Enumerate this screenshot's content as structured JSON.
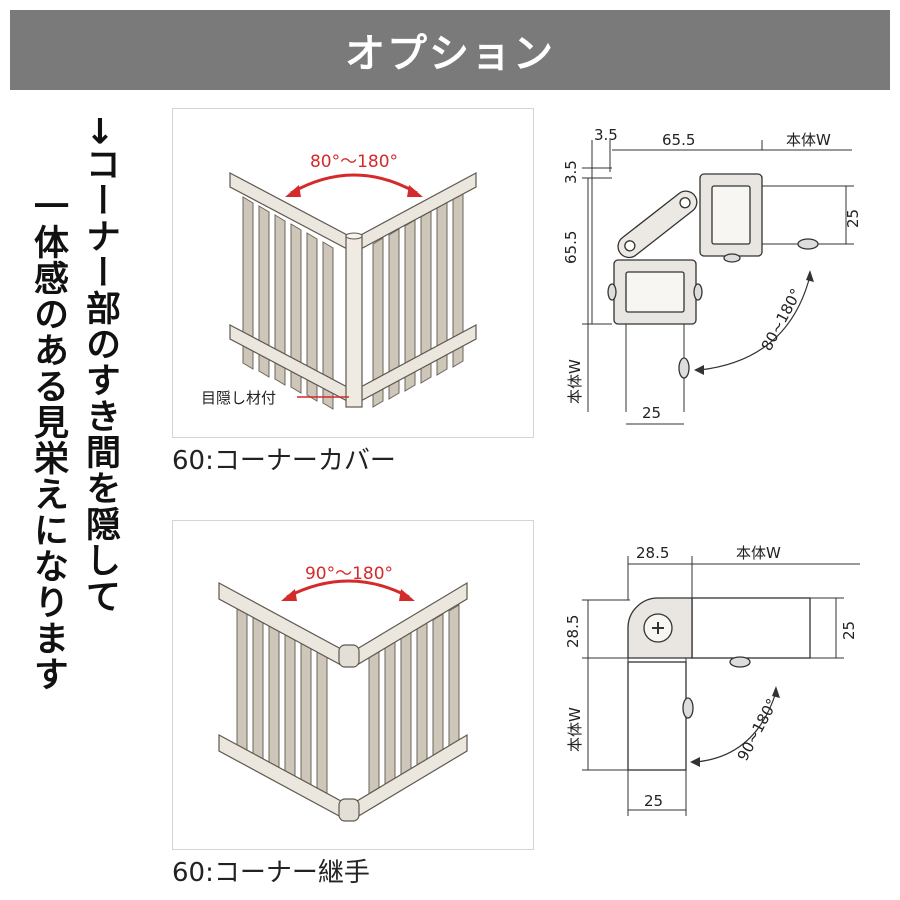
{
  "header": {
    "title": "オプション"
  },
  "side_copy": {
    "line1": "→コーナー部のすき間を隠して",
    "line2": "一体感のある見栄えになります"
  },
  "option1": {
    "caption": "60:コーナーカバー",
    "angle_label": "80°～180°",
    "callout_label": "目隠し材付",
    "diagram": {
      "dim_top_small": "3.5",
      "dim_top_large": "65.5",
      "dim_top_body": "本体W",
      "dim_left_small": "3.5",
      "dim_left_large": "65.5",
      "dim_left_body": "本体W",
      "dim_right": "25",
      "dim_bottom": "25",
      "angle": "80~180°"
    }
  },
  "option2": {
    "caption": "60:コーナー継手",
    "angle_label": "90°～180°",
    "diagram": {
      "dim_top_small": "28.5",
      "dim_top_body": "本体W",
      "dim_left_small": "28.5",
      "dim_left_body": "本体W",
      "dim_right": "25",
      "dim_bottom": "25",
      "angle": "90~180°"
    }
  },
  "colors": {
    "header_bg": "#7a7a7a",
    "arrow_red": "#d42a2a",
    "fence_frame": "#e9e4da",
    "fence_slat": "#c9c2b5",
    "line": "#333333"
  }
}
